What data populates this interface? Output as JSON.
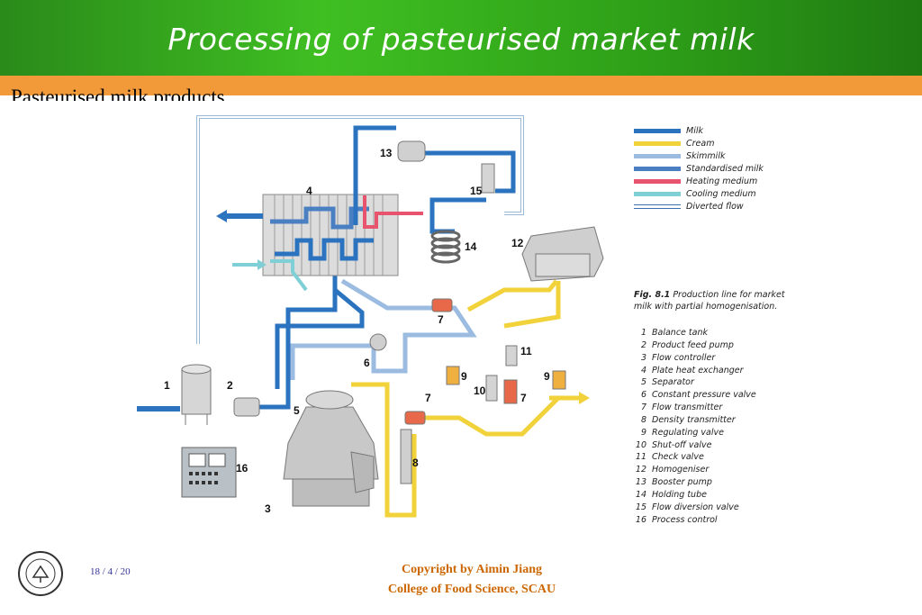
{
  "header": {
    "title": "Processing of pasteurised market milk"
  },
  "subtitle": "Pasteurised milk products",
  "legend": [
    {
      "label": "Milk",
      "color": "#2b72bf"
    },
    {
      "label": "Cream",
      "color": "#f2d23a"
    },
    {
      "label": "Skimmilk",
      "color": "#9bbbe0"
    },
    {
      "label": "Standardised milk",
      "color": "#4a7fc2"
    },
    {
      "label": "Heating medium",
      "color": "#e8546d"
    },
    {
      "label": "Cooling medium",
      "color": "#7fd0d6"
    },
    {
      "label": "Diverted flow",
      "color": "#3b6fb0"
    }
  ],
  "caption": {
    "fig": "Fig. 8.1",
    "text": "Production line for market milk with partial homogenisation."
  },
  "parts": [
    {
      "n": "1",
      "label": "Balance tank"
    },
    {
      "n": "2",
      "label": "Product feed pump"
    },
    {
      "n": "3",
      "label": "Flow controller"
    },
    {
      "n": "4",
      "label": "Plate heat exchanger"
    },
    {
      "n": "5",
      "label": "Separator"
    },
    {
      "n": "6",
      "label": "Constant pressure valve"
    },
    {
      "n": "7",
      "label": "Flow transmitter"
    },
    {
      "n": "8",
      "label": "Density transmitter"
    },
    {
      "n": "9",
      "label": "Regulating valve"
    },
    {
      "n": "10",
      "label": "Shut-off valve"
    },
    {
      "n": "11",
      "label": "Check valve"
    },
    {
      "n": "12",
      "label": "Homogeniser"
    },
    {
      "n": "13",
      "label": "Booster pump"
    },
    {
      "n": "14",
      "label": "Holding tube"
    },
    {
      "n": "15",
      "label": "Flow diversion valve"
    },
    {
      "n": "16",
      "label": "Process control"
    }
  ],
  "diagram_labels": {
    "n1": "1",
    "n2": "2",
    "n3": "3",
    "n4": "4",
    "n5": "5",
    "n6": "6",
    "n7a": "7",
    "n7b": "7",
    "n7c": "7",
    "n8": "8",
    "n9a": "9",
    "n9b": "9",
    "n10": "10",
    "n11": "11",
    "n12": "12",
    "n13": "13",
    "n14": "14",
    "n15": "15",
    "n16": "16"
  },
  "footer": {
    "date": "18 / 4 / 20",
    "copyright_line1": "Copyright by Aimin Jiang",
    "copyright_line2": "College of Food Science, SCAU"
  }
}
